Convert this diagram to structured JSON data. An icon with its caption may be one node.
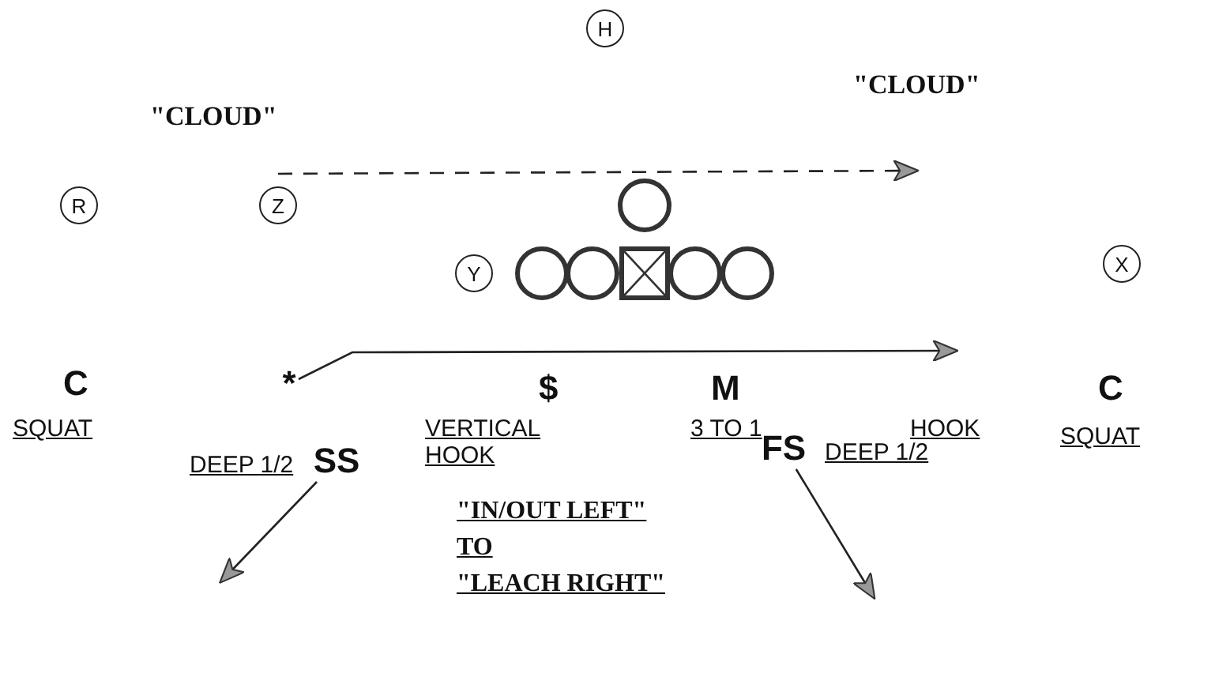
{
  "diagram": {
    "nodes": [
      {
        "text": [
          "H"
        ]
      },
      {
        "text": [
          "R"
        ]
      },
      {
        "text": [
          "Z"
        ]
      },
      {
        "text": [],
        "shape": "circle"
      },
      {
        "text": [
          "Y"
        ]
      },
      {
        "text": [],
        "shape": "circle"
      },
      {
        "text": [],
        "shape": "circle"
      },
      {
        "text": [],
        "shape": "box"
      },
      {
        "text": [],
        "shape": "circle"
      },
      {
        "text": [],
        "shape": "circle"
      },
      {
        "text": [
          "X"
        ]
      },
      {
        "text": [
          "*"
        ]
      },
      {
        "text": [
          "SS"
        ],
        "beside": [
          "DEEP 1/2"
        ]
      },
      {
        "text": [
          "FS"
        ],
        "beside": [
          "DEEP 1/2"
        ]
      }
    ],
    "edges": [
      {
        "from": 2,
        "to": null,
        "arrow": "to",
        "style": "dashed"
      },
      {
        "from": 11,
        "to": null,
        "arrow": "to"
      },
      {
        "from": 12,
        "to": null,
        "arrow": "to"
      },
      {
        "from": 13,
        "to": null,
        "arrow": "to"
      }
    ],
    "labels": [
      "\"CLOUD\"",
      "\"CLOUD\"",
      "C",
      "SQUAT",
      "$",
      "M",
      "C",
      "VERTICAL HOOK",
      "3 TO 1",
      "HOOK",
      "SQUAT",
      "\"IN/OUT LEFT\"",
      "TO",
      "\"LEACH RIGHT\""
    ]
  }
}
